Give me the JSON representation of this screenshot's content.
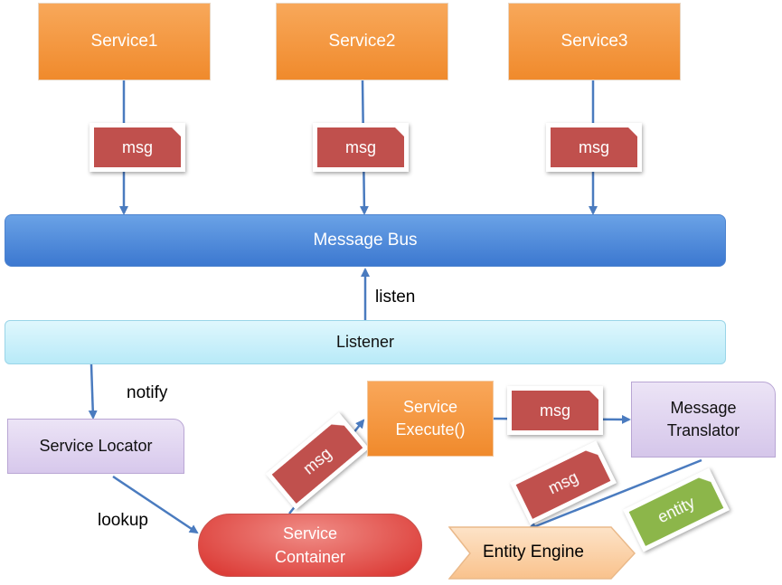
{
  "services": [
    "Service1",
    "Service2",
    "Service3"
  ],
  "msg_label": "msg",
  "entity_label": "entity",
  "message_bus": "Message Bus",
  "listen_label": "listen",
  "listener": "Listener",
  "notify_label": "notify",
  "service_locator": "Service Locator",
  "lookup_label": "lookup",
  "service_container": [
    "Service",
    "Container"
  ],
  "service_execute": [
    "Service",
    "Execute()"
  ],
  "message_translator": [
    "Message",
    "Translator"
  ],
  "entity_engine": "Entity Engine",
  "colors": {
    "service": "#f08a2c",
    "msg": "#c0504d",
    "bus": "#3c78d0",
    "listener": "#b8eaf8",
    "locator": "#d7c8ec",
    "container": "#d9312c",
    "entity": "#8cb64a",
    "arrow": "#4a7bbf"
  }
}
